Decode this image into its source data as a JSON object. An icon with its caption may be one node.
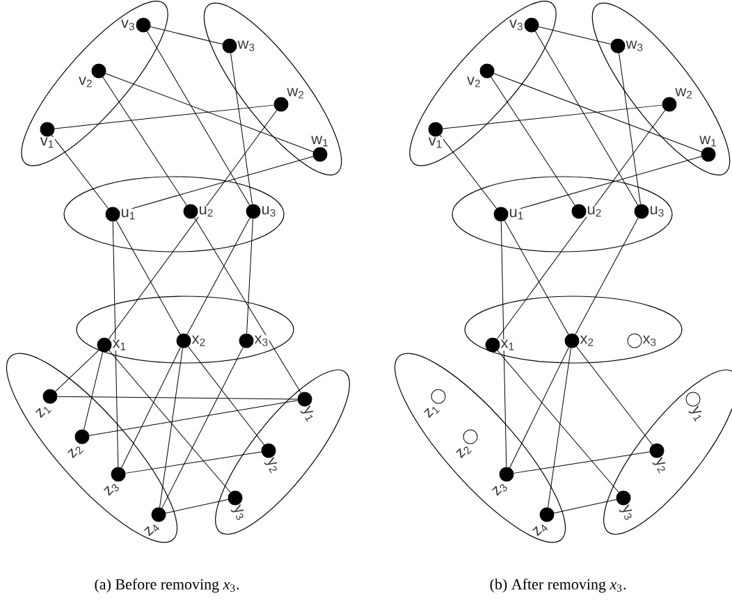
{
  "diagram": {
    "nodes": [
      {
        "text": [],
        "shape": "ellipse"
      },
      {
        "text": [],
        "shape": "dot",
        "beside": [
          "v$_{3}$"
        ],
        "in": 0
      },
      {
        "text": [],
        "shape": "dot",
        "beside": [
          "v$_{2}$"
        ],
        "in": 0
      },
      {
        "text": [],
        "shape": "dot",
        "beside": [
          "v$_{1}$"
        ],
        "in": 0
      },
      {
        "text": [],
        "shape": "ellipse"
      },
      {
        "text": [],
        "shape": "dot",
        "beside": [
          "w$_{3}$"
        ],
        "in": 4
      },
      {
        "text": [],
        "shape": "dot",
        "beside": [
          "w$_{2}$"
        ],
        "in": 4
      },
      {
        "text": [],
        "shape": "dot",
        "beside": [
          "w$_{1}$"
        ],
        "in": 4
      },
      {
        "text": [],
        "shape": "ellipse"
      },
      {
        "text": [],
        "shape": "dot",
        "beside": [
          "u$_{1}$"
        ],
        "in": 8
      },
      {
        "text": [],
        "shape": "dot",
        "beside": [
          "u$_{2}$"
        ],
        "in": 8
      },
      {
        "text": [],
        "shape": "dot",
        "beside": [
          "u$_{3}$"
        ],
        "in": 8
      },
      {
        "text": [],
        "shape": "ellipse"
      },
      {
        "text": [],
        "shape": "dot",
        "beside": [
          "x$_{1}$"
        ],
        "in": 12
      },
      {
        "text": [],
        "shape": "dot",
        "beside": [
          "x$_{2}$"
        ],
        "in": 12
      },
      {
        "text": [],
        "shape": "dot",
        "beside": [
          "x$_{3}$"
        ],
        "in": 12
      },
      {
        "text": [],
        "shape": "ellipse"
      },
      {
        "text": [],
        "shape": "dot",
        "beside": [
          "z$_{1}$"
        ],
        "in": 16
      },
      {
        "text": [],
        "shape": "dot",
        "beside": [
          "z$_{2}$"
        ],
        "in": 16
      },
      {
        "text": [],
        "shape": "dot",
        "beside": [
          "z$_{3}$"
        ],
        "in": 16
      },
      {
        "text": [],
        "shape": "dot",
        "beside": [
          "z$_{4}$"
        ],
        "in": 16
      },
      {
        "text": [],
        "shape": "ellipse"
      },
      {
        "text": [],
        "shape": "dot",
        "beside": [
          "y$_{1}$"
        ],
        "in": 21
      },
      {
        "text": [],
        "shape": "dot",
        "beside": [
          "y$_{2}$"
        ],
        "in": 21
      },
      {
        "text": [],
        "shape": "dot",
        "beside": [
          "y$_{3}$"
        ],
        "in": 21
      },
      {
        "text": [],
        "shape": "ellipse"
      },
      {
        "text": [],
        "shape": "dot",
        "beside": [
          "v$_{3}$"
        ],
        "in": 25
      },
      {
        "text": [],
        "shape": "dot",
        "beside": [
          "v$_{2}$"
        ],
        "in": 25
      },
      {
        "text": [],
        "shape": "dot",
        "beside": [
          "v$_{1}$"
        ],
        "in": 25
      },
      {
        "text": [],
        "shape": "ellipse"
      },
      {
        "text": [],
        "shape": "dot",
        "beside": [
          "w$_{3}$"
        ],
        "in": 29
      },
      {
        "text": [],
        "shape": "dot",
        "beside": [
          "w$_{2}$"
        ],
        "in": 29
      },
      {
        "text": [],
        "shape": "dot",
        "beside": [
          "w$_{1}$"
        ],
        "in": 29
      },
      {
        "text": [],
        "shape": "ellipse"
      },
      {
        "text": [],
        "shape": "dot",
        "beside": [
          "u$_{1}$"
        ],
        "in": 33
      },
      {
        "text": [],
        "shape": "dot",
        "beside": [
          "u$_{2}$"
        ],
        "in": 33
      },
      {
        "text": [],
        "shape": "dot",
        "beside": [
          "u$_{3}$"
        ],
        "in": 33
      },
      {
        "text": [],
        "shape": "ellipse"
      },
      {
        "text": [],
        "shape": "dot",
        "beside": [
          "x$_{1}$"
        ],
        "in": 37
      },
      {
        "text": [],
        "shape": "dot",
        "beside": [
          "x$_{2}$"
        ],
        "in": 37
      },
      {
        "text": [],
        "shape": "circle",
        "beside": [
          "x$_{3}$"
        ],
        "in": 37
      },
      {
        "text": [],
        "shape": "ellipse"
      },
      {
        "text": [],
        "shape": "circle",
        "beside": [
          "z$_{1}$"
        ],
        "in": 41
      },
      {
        "text": [],
        "shape": "circle",
        "beside": [
          "z$_{2}$"
        ],
        "in": 41
      },
      {
        "text": [],
        "shape": "dot",
        "beside": [
          "z$_{3}$"
        ],
        "in": 41
      },
      {
        "text": [],
        "shape": "dot",
        "beside": [
          "z$_{4}$"
        ],
        "in": 41
      },
      {
        "text": [],
        "shape": "ellipse"
      },
      {
        "text": [],
        "shape": "circle",
        "beside": [
          "y$_{1}$"
        ],
        "in": 46
      },
      {
        "text": [],
        "shape": "dot",
        "beside": [
          "y$_{2}$"
        ],
        "in": 46
      },
      {
        "text": [],
        "shape": "dot",
        "beside": [
          "y$_{3}$"
        ],
        "in": 46
      }
    ],
    "edges": [
      {
        "from": 1,
        "to": 5,
        "arrow": "none"
      },
      {
        "from": 1,
        "to": 11,
        "arrow": "none"
      },
      {
        "from": 5,
        "to": 11,
        "arrow": "none"
      },
      {
        "from": 2,
        "to": 7,
        "arrow": "none"
      },
      {
        "from": 2,
        "to": 10,
        "arrow": "none"
      },
      {
        "from": 3,
        "to": 6,
        "arrow": "none"
      },
      {
        "from": 3,
        "to": 9,
        "arrow": "none"
      },
      {
        "from": 7,
        "to": 9,
        "arrow": "none"
      },
      {
        "from": 6,
        "to": 13,
        "arrow": "none"
      },
      {
        "from": 9,
        "to": 19,
        "arrow": "none"
      },
      {
        "from": 9,
        "to": 14,
        "arrow": "none"
      },
      {
        "from": 10,
        "to": 22,
        "arrow": "none"
      },
      {
        "from": 11,
        "to": 14,
        "arrow": "none"
      },
      {
        "from": 11,
        "to": 15,
        "arrow": "none"
      },
      {
        "from": 13,
        "to": 17,
        "arrow": "none"
      },
      {
        "from": 13,
        "to": 18,
        "arrow": "none"
      },
      {
        "from": 13,
        "to": 24,
        "arrow": "none"
      },
      {
        "from": 14,
        "to": 23,
        "arrow": "none"
      },
      {
        "from": 14,
        "to": 19,
        "arrow": "none"
      },
      {
        "from": 14,
        "to": 20,
        "arrow": "none"
      },
      {
        "from": 15,
        "to": 20,
        "arrow": "none"
      },
      {
        "from": 17,
        "to": 22,
        "arrow": "none"
      },
      {
        "from": 18,
        "to": 22,
        "arrow": "none"
      },
      {
        "from": 19,
        "to": 23,
        "arrow": "none"
      },
      {
        "from": 20,
        "to": 24,
        "arrow": "none"
      },
      {
        "from": 26,
        "to": 30,
        "arrow": "none"
      },
      {
        "from": 26,
        "to": 36,
        "arrow": "none"
      },
      {
        "from": 30,
        "to": 36,
        "arrow": "none"
      },
      {
        "from": 27,
        "to": 32,
        "arrow": "none"
      },
      {
        "from": 27,
        "to": 35,
        "arrow": "none"
      },
      {
        "from": 28,
        "to": 31,
        "arrow": "none"
      },
      {
        "from": 28,
        "to": 34,
        "arrow": "none"
      },
      {
        "from": 32,
        "to": 34,
        "arrow": "none"
      },
      {
        "from": 31,
        "to": 38,
        "arrow": "none"
      },
      {
        "from": 34,
        "to": 44,
        "arrow": "none"
      },
      {
        "from": 34,
        "to": 39,
        "arrow": "none"
      },
      {
        "from": 36,
        "to": 39,
        "arrow": "none"
      },
      {
        "from": 38,
        "to": 49,
        "arrow": "none"
      },
      {
        "from": 39,
        "to": 48,
        "arrow": "none"
      },
      {
        "from": 39,
        "to": 44,
        "arrow": "none"
      },
      {
        "from": 39,
        "to": 45,
        "arrow": "none"
      },
      {
        "from": 44,
        "to": 48,
        "arrow": "none"
      },
      {
        "from": 45,
        "to": 49,
        "arrow": "none"
      }
    ],
    "labels": [
      "(a) Before removing *x*$_{3}$.",
      "(b) After removing *x*$_{3}$."
    ]
  }
}
